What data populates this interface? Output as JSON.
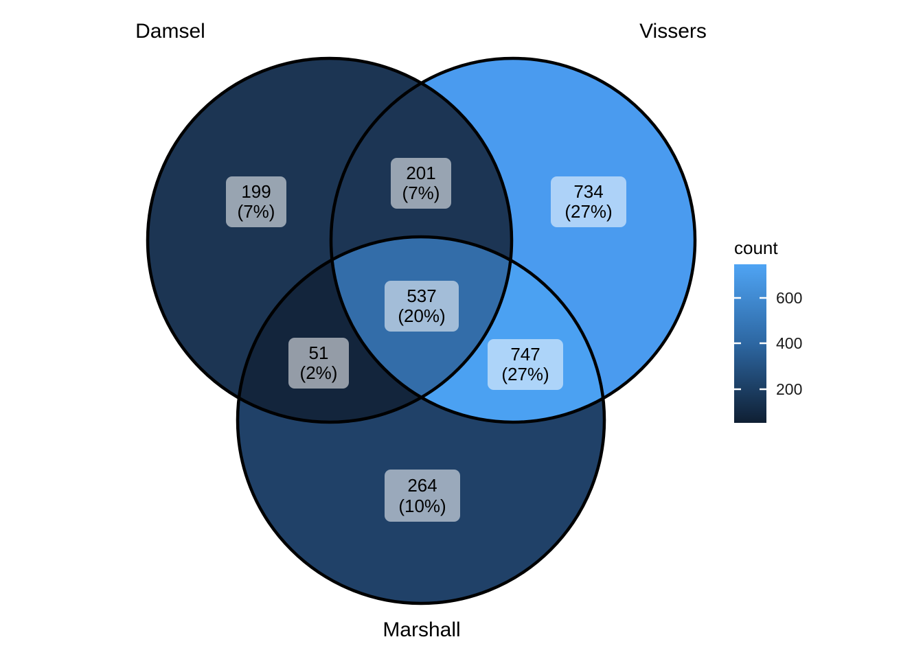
{
  "chart_data": {
    "type": "venn",
    "title": "",
    "sets": [
      {
        "name": "Damsel"
      },
      {
        "name": "Vissers"
      },
      {
        "name": "Marshall"
      }
    ],
    "set_labels": {
      "damsel": "Damsel",
      "vissers": "Vissers",
      "marshall": "Marshall"
    },
    "regions": [
      {
        "region": "Damsel only",
        "count": 199,
        "percent": "7%",
        "count_label": "199",
        "percent_label": "(7%)",
        "color": "#1c3553"
      },
      {
        "region": "Vissers only",
        "count": 734,
        "percent": "27%",
        "count_label": "734",
        "percent_label": "(27%)",
        "color": "#4a9bef"
      },
      {
        "region": "Marshall only",
        "count": 264,
        "percent": "10%",
        "count_label": "264",
        "percent_label": "(10%)",
        "color": "#204168"
      },
      {
        "region": "Damsel and Vissers",
        "count": 201,
        "percent": "7%",
        "count_label": "201",
        "percent_label": "(7%)",
        "color": "#1c3554"
      },
      {
        "region": "Damsel and Marshall",
        "count": 51,
        "percent": "2%",
        "count_label": "51",
        "percent_label": "(2%)",
        "color": "#13253c"
      },
      {
        "region": "Vissers and Marshall",
        "count": 747,
        "percent": "27%",
        "count_label": "747",
        "percent_label": "(27%)",
        "color": "#4ba1f2"
      },
      {
        "region": "Damsel, Vissers and Marshall",
        "count": 537,
        "percent": "20%",
        "count_label": "537",
        "percent_label": "(20%)",
        "color": "#336da9"
      }
    ],
    "legend": {
      "title": "count",
      "range": [
        51,
        747
      ],
      "tick_labels": [
        "600",
        "400",
        "200"
      ],
      "gradient_top": "#4fa4f4",
      "gradient_mid": "#2d67a2",
      "gradient_bottom": "#0f1f33"
    },
    "outline_color": "#000000",
    "background_color": "#ffffff"
  }
}
